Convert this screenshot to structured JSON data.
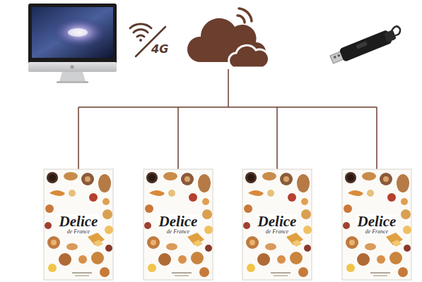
{
  "diagram": {
    "nodes": [
      {
        "text": [
          "Delice",
          "de France"
        ]
      },
      {
        "text": [
          "Delice",
          "de France"
        ]
      },
      {
        "text": [
          "Delice",
          "de France"
        ]
      },
      {
        "text": [
          "Delice",
          "de France"
        ]
      }
    ],
    "labels": [
      "4G"
    ]
  }
}
